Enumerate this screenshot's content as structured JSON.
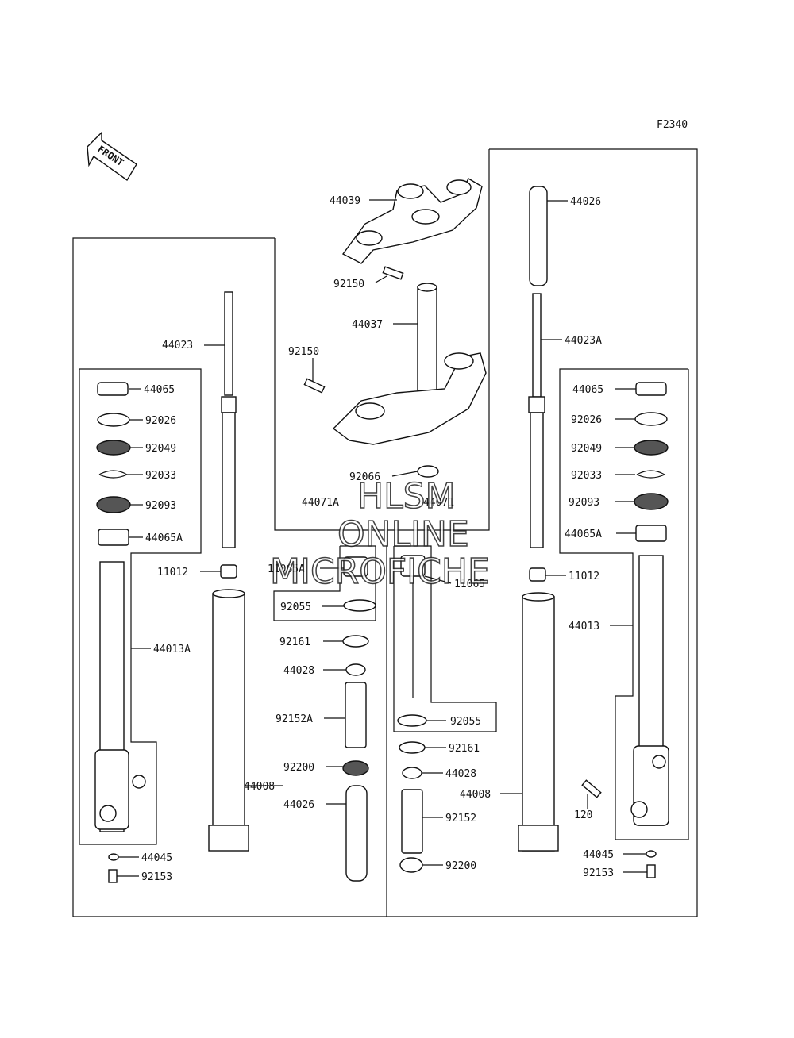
{
  "figure_code": "F2340",
  "front_label": "FRONT",
  "watermark": {
    "line1": "HLSM",
    "line2": "ONLINE",
    "line3": "MICROFICHE"
  },
  "labels": {
    "l44039": "44039",
    "l92150a": "92150",
    "l44037": "44037",
    "l92150b": "92150",
    "l92066": "92066",
    "l44071A": "44071A",
    "l44071": "44071",
    "l44023": "44023",
    "l44065L": "44065",
    "l92026L": "92026",
    "l92049L": "92049",
    "l92033L": "92033",
    "l92093L": "92093",
    "l44065AL": "44065A",
    "l11012L": "11012",
    "l44013A": "44013A",
    "l44045L": "44045",
    "l92153L": "92153",
    "l11065A": "11065A",
    "l92055L": "92055",
    "l92161L": "92161",
    "l44028L": "44028",
    "l92152A": "92152A",
    "l92200L": "92200",
    "l44008L": "44008",
    "l44026L": "44026",
    "l44026R": "44026",
    "l44023A": "44023A",
    "l44065R": "44065",
    "l92026R": "92026",
    "l92049R": "92049",
    "l92033R": "92033",
    "l92093R": "92093",
    "l44065AR": "44065A",
    "l11012R": "11012",
    "l11065": "11065",
    "l44013": "44013",
    "l92055R": "92055",
    "l92161R": "92161",
    "l44028R": "44028",
    "l44008R": "44008",
    "l92152": "92152",
    "l120": "120",
    "l92200R": "92200",
    "l44045R": "44045",
    "l92153R": "92153"
  },
  "icons": [
    "front-arrow-icon"
  ]
}
